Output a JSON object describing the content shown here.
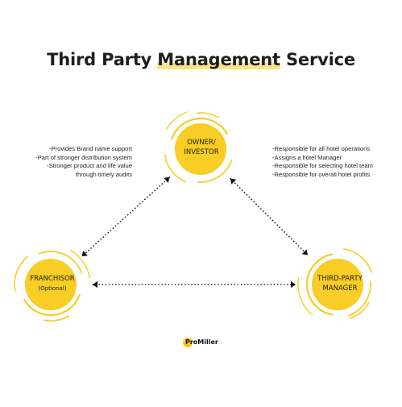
{
  "title": {
    "before": "Third Party ",
    "highlight": "Management",
    "after": " Service"
  },
  "colors": {
    "accent": "#f7cd26",
    "arcs": "#f7cd26",
    "text": "#1e1e1e",
    "highlight": "#fbe487"
  },
  "nodes": {
    "owner": {
      "line1": "OWNER/",
      "line2": "INVESTOR"
    },
    "franchisor": {
      "line1": "FRANCHISOR",
      "line2": "(Optional)"
    },
    "manager": {
      "line1": "THIRD-PARTY",
      "line2": "MANAGER"
    }
  },
  "notes_left": [
    "-Provides Brand name support",
    "-Part of stronger distribution system",
    "-Stronger product and life value",
    "through timely audits"
  ],
  "notes_right": [
    "-Responsible for all hotel operations",
    "-Assigns a hotel Manager",
    "-Responsible for selecting hotel team",
    "-Responsible for overall hotel profits"
  ],
  "connections": [
    {
      "from": "owner",
      "to": "franchisor",
      "style": "dotted",
      "arrows": "both"
    },
    {
      "from": "owner",
      "to": "manager",
      "style": "dotted",
      "arrows": "both"
    },
    {
      "from": "franchisor",
      "to": "manager",
      "style": "dotted",
      "arrows": "both"
    }
  ],
  "brand": {
    "name": "ProMiller",
    "icon": "yellow-circle-logo"
  }
}
